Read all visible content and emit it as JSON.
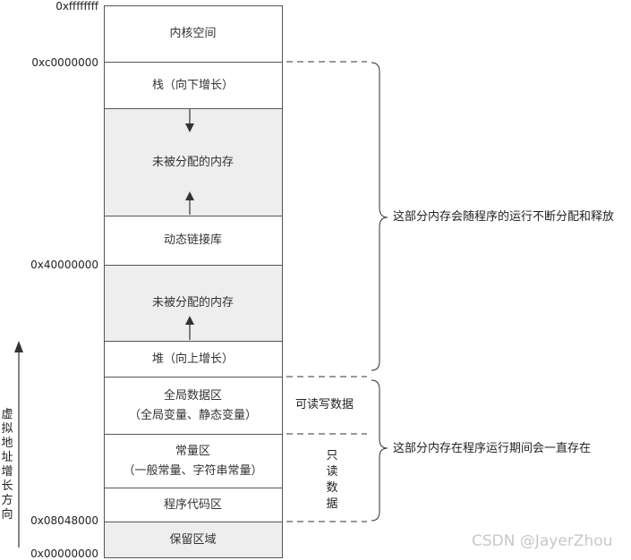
{
  "addresses": {
    "top": "0xffffffff",
    "kernel_base": "0xc0000000",
    "shared_lib_base": "0x40000000",
    "code_base": "0x08048000",
    "zero": "0x00000000"
  },
  "segments": {
    "kernel": "内核空间",
    "stack": "栈（向下增长）",
    "unallocated_upper": "未被分配的内存",
    "shared_libs": "动态链接库",
    "unallocated_lower": "未被分配的内存",
    "heap": "堆（向上增长）",
    "global_line1": "全局数据区",
    "global_line2": "（全局变量、静态变量）",
    "const_line1": "常量区",
    "const_line2": "（一般常量、字符串常量）",
    "code": "程序代码区",
    "reserved": "保留区域"
  },
  "annotations": {
    "readwrite": "可读写数据",
    "readonly_chars": [
      "只",
      "读",
      "数",
      "据"
    ],
    "dynamic_region": "这部分内存会随程序的运行不断分配和释放",
    "static_region": "这部分内存在程序运行期间会一直存在",
    "address_growth_chars": [
      "虚",
      "拟",
      "地",
      "址",
      "增",
      "长",
      "方",
      "向"
    ]
  },
  "watermark": "CSDN @JayerZhou"
}
